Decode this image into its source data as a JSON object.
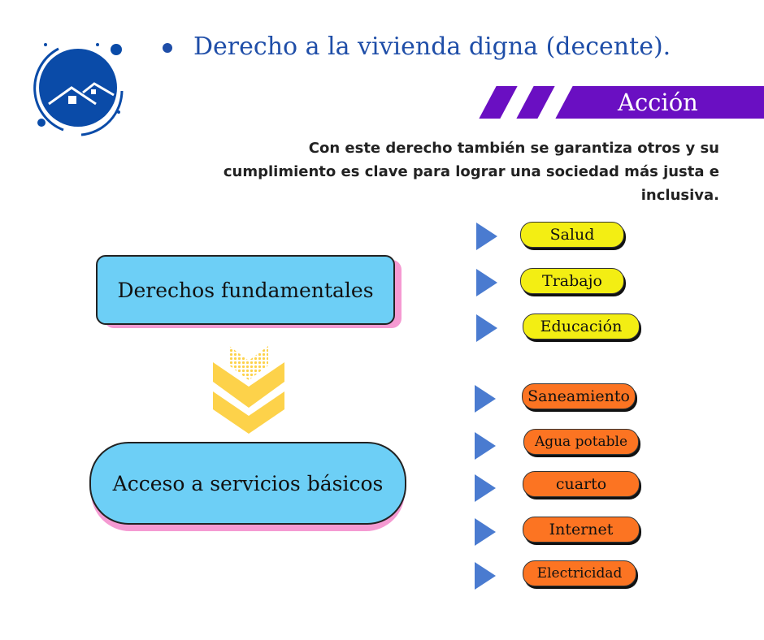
{
  "title": "Derecho a la vivienda digna (decente).",
  "badge": "Acción",
  "description": "Con este derecho también se garantiza otros y su cumplimiento es clave para lograr una sociedad más justa e inclusiva.",
  "main_boxes": [
    "Derechos fundamentales",
    "Acceso a servicios básicos"
  ],
  "rights": [
    "Salud",
    "Trabajo",
    "Educación"
  ],
  "services": [
    "Saneamiento",
    "Agua potable",
    "cuarto",
    "Internet",
    "Electricidad"
  ],
  "colors": {
    "blue": "#1f4ea8",
    "purple": "#6a0fc2",
    "yellow": "#f3ee13",
    "orange": "#fc7422",
    "cyan": "#6dcff6",
    "pink": "#f59ad2"
  }
}
